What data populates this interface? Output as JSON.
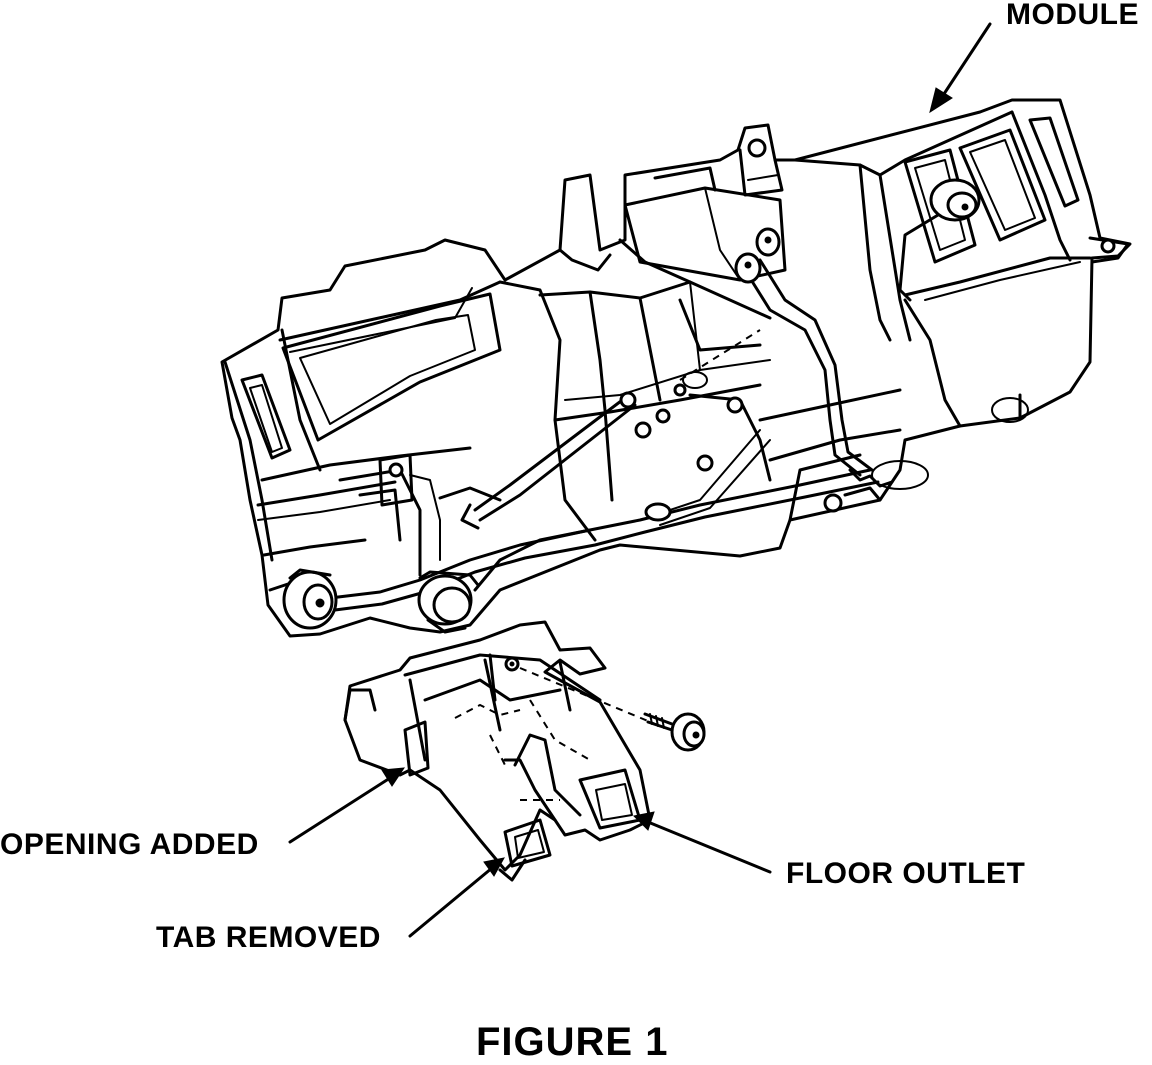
{
  "labels": {
    "module": "MODULE",
    "opening_added": "OPENING ADDED",
    "floor_outlet": "FLOOR OUTLET",
    "tab_removed": "TAB REMOVED",
    "figure_caption": "FIGURE 1"
  },
  "colors": {
    "ink": "#000000",
    "paper": "#ffffff"
  }
}
